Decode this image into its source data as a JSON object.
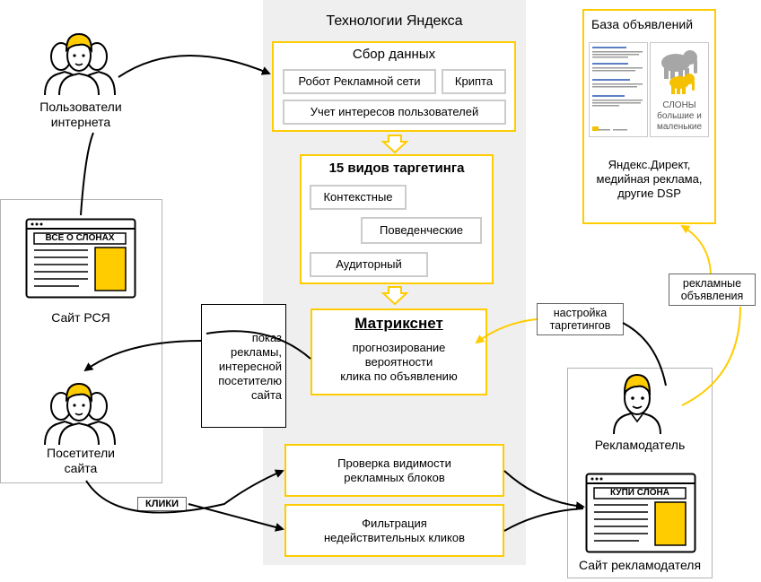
{
  "tech": {
    "title": "Технологии Яндекса",
    "data_collection": {
      "title": "Сбор данных",
      "items": [
        "Робот Рекламной сети",
        "Крипта",
        "Учет интересов пользователей"
      ]
    },
    "targeting": {
      "title": "15 видов таргетинга",
      "items": [
        "Контекстные",
        "Поведенческие",
        "Аудиторный"
      ]
    },
    "matrixnet": {
      "title": "Матрикснет",
      "desc": [
        "прогнозирование",
        "вероятности",
        "клика по объявлению"
      ]
    },
    "visibility": [
      "Проверка видимости",
      "рекламных блоков"
    ],
    "filtering": [
      "Фильтрация",
      "недействительных кликов"
    ]
  },
  "internet_users": [
    "Пользователи",
    "интернета"
  ],
  "rsya_site": {
    "banner": "ВСЕ О СЛОНАХ",
    "label": "Сайт РСЯ"
  },
  "visitors": [
    "Посетители",
    "сайта"
  ],
  "show_ads": [
    "показ",
    "рекламы,",
    "интересной",
    "посетителю",
    "сайта"
  ],
  "clicks": "КЛИКИ",
  "ads_db": {
    "title": "База объявлений",
    "mini_ad_text": "СЛОНЫ большие и маленькие",
    "desc": [
      "Яндекс.Директ,",
      "медийная реклама,",
      "другие DSP"
    ]
  },
  "ad_copies": [
    "рекламные",
    "объявления"
  ],
  "targeting_setup": [
    "настройка",
    "таргетингов"
  ],
  "advertiser": "Рекламодатель",
  "advertiser_site": {
    "banner": "КУПИ СЛОНА",
    "label": "Сайт рекламодателя"
  },
  "colors": {
    "accent": "#ffcc00",
    "panel": "#efefef",
    "frame": "#b3b3b3",
    "elephant_gray": "#a6a6a6",
    "elephant_yellow": "#f5c000"
  }
}
